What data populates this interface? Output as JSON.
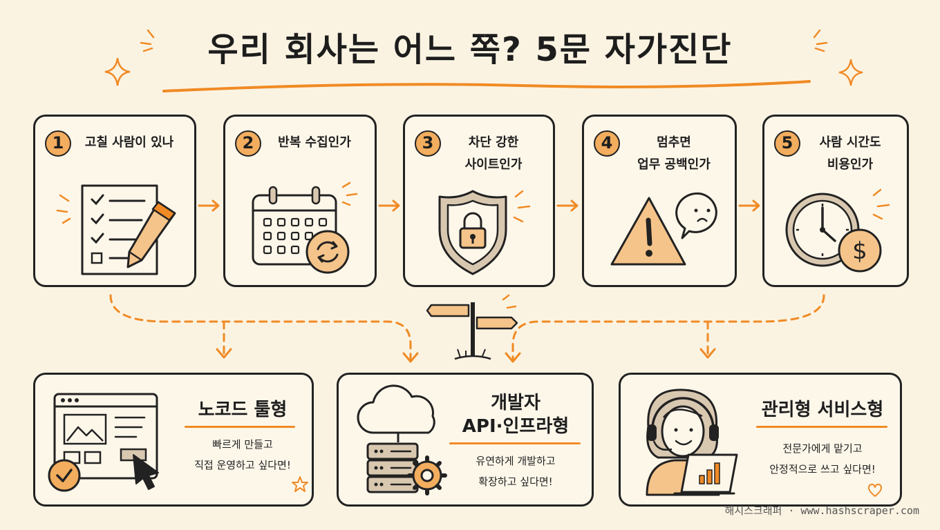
{
  "title": "우리 회사는 어느 쪽? 5문 자가진단",
  "steps": [
    {
      "number": "1",
      "label": "고칠 사람이 있나",
      "icon": "checklist-pencil-icon"
    },
    {
      "number": "2",
      "label": "반복 수집인가",
      "icon": "calendar-refresh-icon"
    },
    {
      "number": "3",
      "label": "차단 강한\n사이트인가",
      "icon": "shield-lock-icon"
    },
    {
      "number": "4",
      "label": "멈추면\n업무 공백인가",
      "icon": "warning-worried-icon"
    },
    {
      "number": "5",
      "label": "사람 시간도\n비용인가",
      "icon": "clock-dollar-icon"
    }
  ],
  "signpost_icon": "signpost-icon",
  "results": [
    {
      "title": "노코드 툴형",
      "desc": "빠르게 만들고\n직접 운영하고 싶다면!",
      "icon": "browser-click-icon"
    },
    {
      "title": "개발자\nAPI·인프라형",
      "desc": "유연하게 개발하고\n확장하고 싶다면!",
      "icon": "cloud-server-gear-icon"
    },
    {
      "title": "관리형 서비스형",
      "desc": "전문가에게 맡기고\n안정적으로 쓰고 싶다면!",
      "icon": "support-agent-laptop-icon"
    }
  ],
  "footer": "해시스크래퍼 · www.hashscraper.com",
  "colors": {
    "accent": "#f08a24",
    "badge": "#f3ad5e",
    "background": "#fbf3e2",
    "ink": "#222222",
    "icon_fill": "#f5c48a",
    "icon_neutral": "#d9c8b0"
  }
}
